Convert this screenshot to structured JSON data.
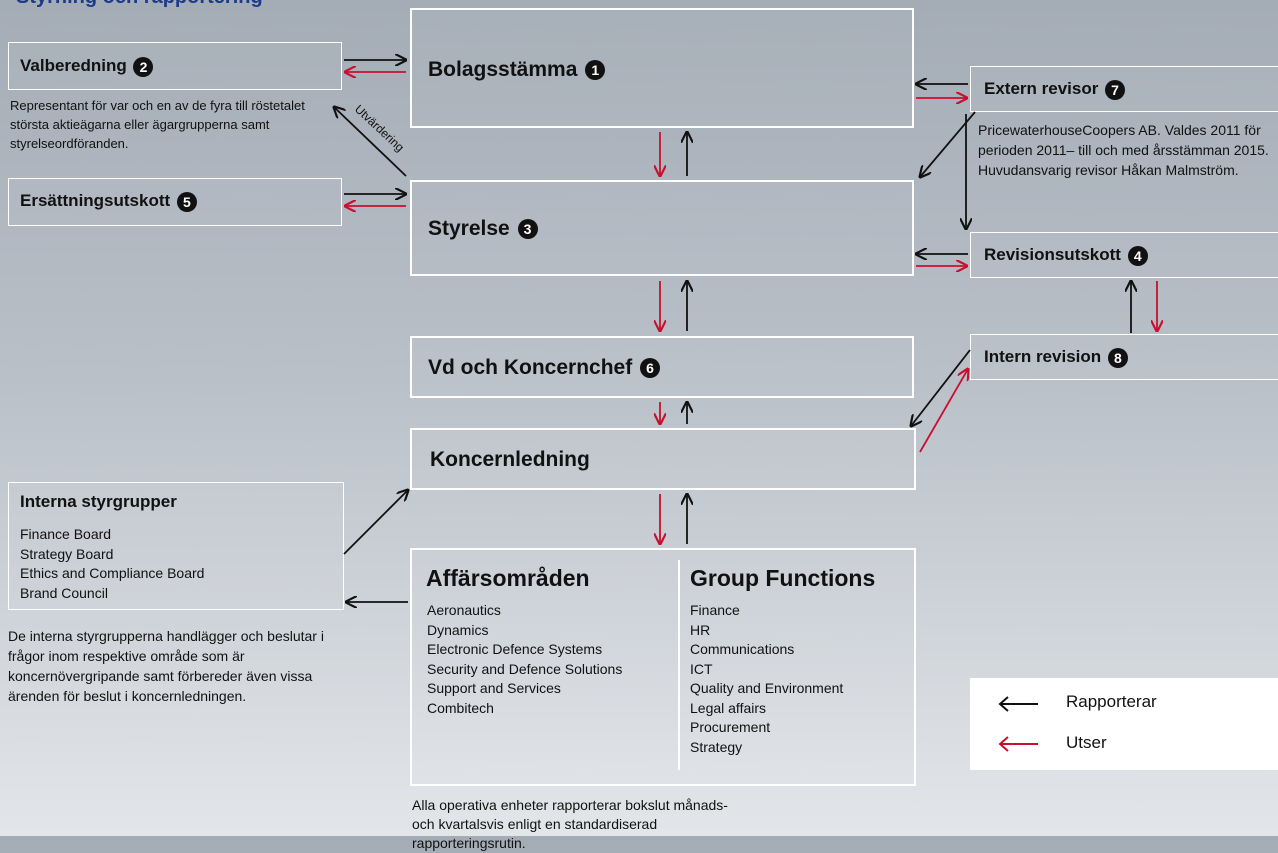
{
  "header_fragment": "Styrning och rapportering",
  "boxes": {
    "bolagsstamma": {
      "title": "Bolagsstämma",
      "num": "1"
    },
    "styrelse": {
      "title": "Styrelse",
      "num": "3"
    },
    "vd": {
      "title": "Vd och Koncernchef",
      "num": "6"
    },
    "koncernledning": {
      "title": "Koncernledning"
    },
    "valberedning": {
      "title": "Valberedning",
      "num": "2",
      "description": "Representant för var och en av de fyra till röstetalet största aktieägarna eller ägargrupperna samt styrelseordföranden."
    },
    "ersattningsutskott": {
      "title": "Ersättningsutskott",
      "num": "5"
    },
    "extern_revisor": {
      "title": "Extern revisor",
      "num": "7",
      "description": "PricewaterhouseCoopers AB. Valdes 2011 för perioden 2011– till och med årsstämman 2015. Huvudansvarig revisor Håkan Malmström."
    },
    "revisionsutskott": {
      "title": "Revisionsutskott",
      "num": "4"
    },
    "intern_revision": {
      "title": "Intern revision",
      "num": "8"
    },
    "interna_styrgrupper": {
      "title": "Interna styrgrupper",
      "items": [
        "Finance Board",
        "Strategy Board",
        "Ethics and Compliance Board",
        "Brand Council"
      ],
      "description": "De interna styrgrupperna handlägger och beslutar i frågor inom respektive område som är koncernövergripande samt förbereder även vissa ärenden för beslut i koncernledningen."
    },
    "affarsomraden": {
      "title": "Affärsområden",
      "items": [
        "Aeronautics",
        "Dynamics",
        "Electronic Defence Systems",
        "Security and Defence Solutions",
        "Support and Services",
        "Combitech"
      ]
    },
    "group_functions": {
      "title": "Group Functions",
      "items": [
        "Finance",
        "HR",
        "Communications",
        "ICT",
        "Quality and Environment",
        "Legal affairs",
        "Procurement",
        "Strategy"
      ]
    }
  },
  "arrow_label": "Utvärdering",
  "footer_note": "Alla operativa enheter rapporterar bokslut månads- och kvartalsvis enligt en standardiserad rapporteringsrutin.",
  "legend": {
    "reports": "Rapporterar",
    "oversees": "Utser"
  },
  "colors": {
    "reports": "#111111",
    "oversees": "#c8102e",
    "box_border": "#ffffff"
  }
}
